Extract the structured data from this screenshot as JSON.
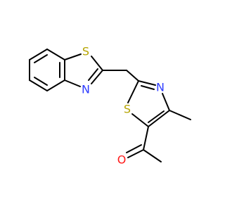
{
  "molecule": {
    "atoms": {
      "s_benzothiazole": {
        "symbol": "S",
        "color": "#b5a400"
      },
      "n_benzothiazole": {
        "symbol": "N",
        "color": "#2e3cff"
      },
      "n_thiazole": {
        "symbol": "N",
        "color": "#2e3cff"
      },
      "s_thiazole": {
        "symbol": "S",
        "color": "#b5a400"
      },
      "o_carbonyl": {
        "symbol": "O",
        "color": "#ff1a1a"
      }
    },
    "bond_color": "#000000",
    "background": "#ffffff"
  }
}
